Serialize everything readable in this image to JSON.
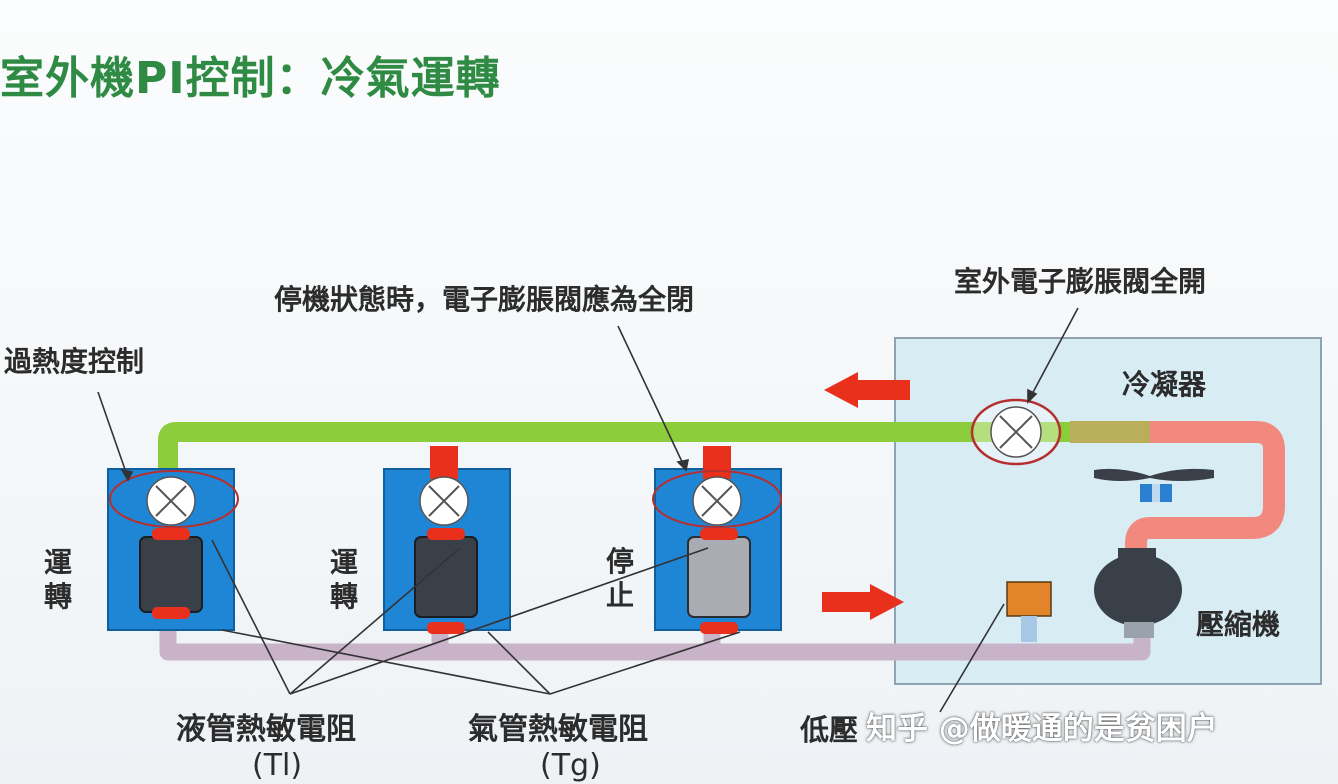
{
  "title": "室外機PI控制：冷氣運轉",
  "labels": {
    "superheat_control": "過熱度控制",
    "stop_state_note": "停機狀態時，電子膨脹閥應為全閉",
    "outdoor_eev_full_open": "室外電子膨脹閥全開",
    "condenser": "冷凝器",
    "compressor": "壓縮機",
    "liquid_thermistor": "液管熱敏電阻",
    "liquid_thermistor_code": "(Tl)",
    "gas_thermistor": "氣管熱敏電阻",
    "gas_thermistor_code": "(Tg)",
    "low_pressure_sensor_partial": "低壓"
  },
  "units": [
    {
      "status": "運轉"
    },
    {
      "status": "運轉"
    },
    {
      "status": "停止"
    }
  ],
  "watermark": "知乎 @做暖通的是贫困户",
  "colors": {
    "title": "#2f8a44",
    "liquid_pipe": "#8ccd3c",
    "gas_pipe": "#c9b3c9",
    "hot_pipe": "#f2897e",
    "unit_body": "#1f86d6",
    "outdoor_box": "#d8ecf4",
    "arrow": "#e8301c",
    "sensor_orange": "#e2852a"
  }
}
